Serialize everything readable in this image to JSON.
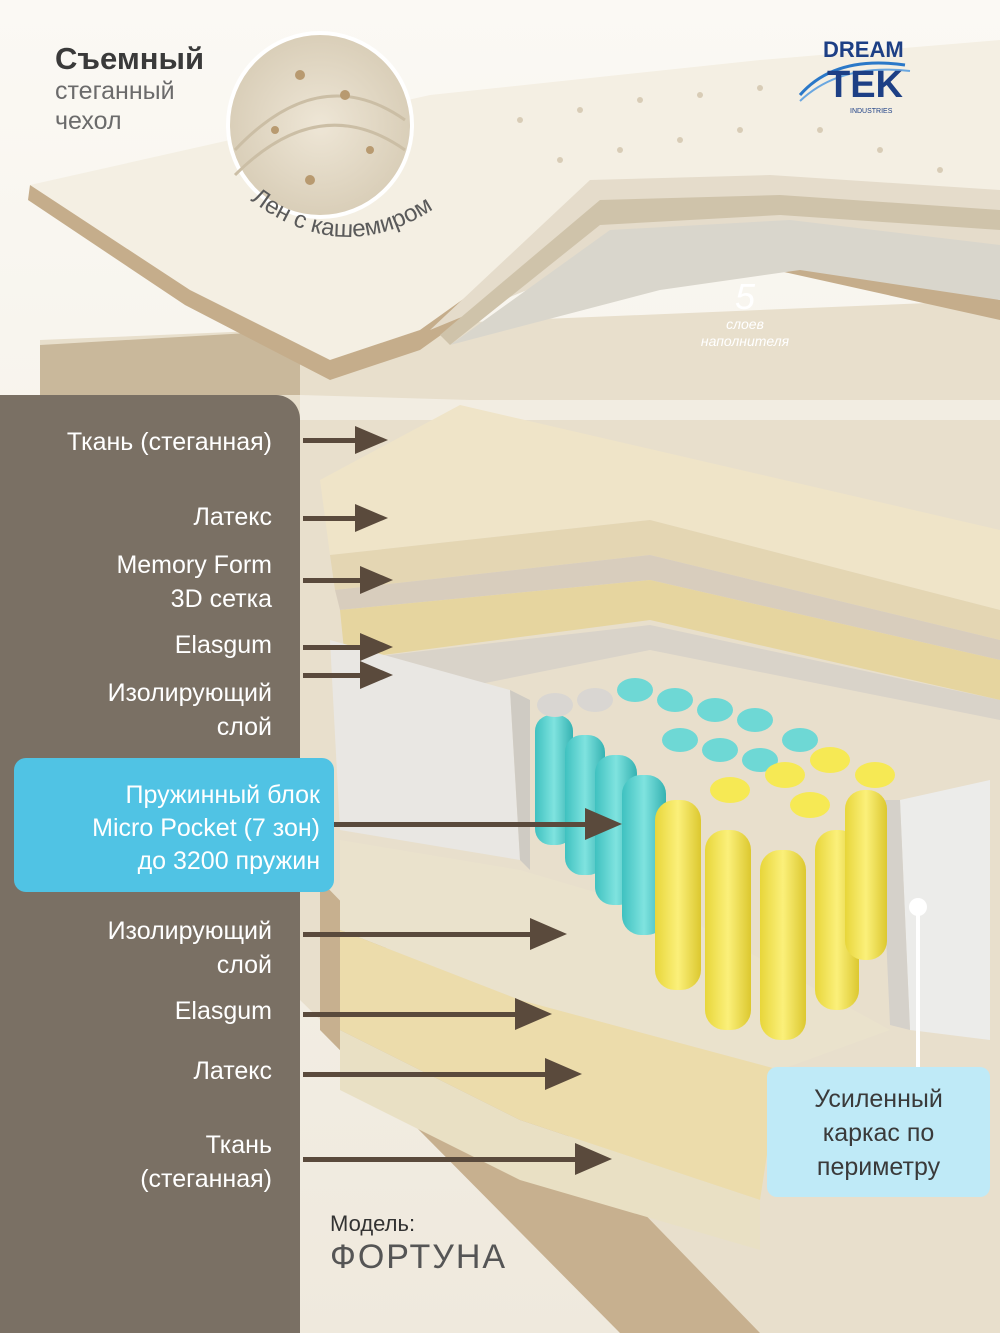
{
  "cover": {
    "title_line1": "Съемный",
    "title_line2": "стеганный",
    "title_line3": "чехол",
    "material": "Лен с кашемиром"
  },
  "brand": {
    "line1": "DREAM",
    "line2": "TEK",
    "line3": "INDUSTRIES"
  },
  "filler": {
    "count": "5",
    "label_line1": "слоев",
    "label_line2": "наполнителя"
  },
  "layers": [
    {
      "line1": "Ткань (стеганная)"
    },
    {
      "line1": "Латекс"
    },
    {
      "line1": "Memory Form",
      "line2": "3D сетка"
    },
    {
      "line1": "Elasgum"
    },
    {
      "line1": "Изолирующий",
      "line2": "слой"
    },
    {
      "line1": "Изолирующий",
      "line2": "слой"
    },
    {
      "line1": "Elasgum"
    },
    {
      "line1": "Латекс"
    },
    {
      "line1": "Ткань",
      "line2": "(стеганная)"
    }
  ],
  "spring_block": {
    "line1": "Пружинный блок",
    "line2": "Micro Pocket (7 зон)",
    "line3": "до 3200 пружин"
  },
  "frame": {
    "line1": "Усиленный",
    "line2": "каркас по",
    "line3": "периметру"
  },
  "model": {
    "label": "Модель:",
    "name": "ФОРТУНА"
  },
  "colors": {
    "panel": "#7a7064",
    "accent_blue": "#50c3e4",
    "light_blue": "#bfeaf7",
    "arrow": "#5a4a3c",
    "teal_spring": "#4fd0cf",
    "yellow_spring": "#f2e24a"
  }
}
